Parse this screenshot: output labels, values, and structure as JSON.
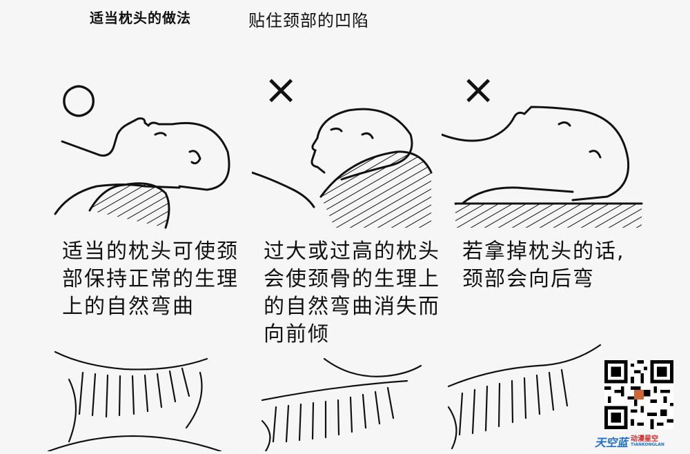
{
  "header": {
    "title_left": "适当枕头的做法",
    "title_right": "贴住颈部的凹陷"
  },
  "panels": [
    {
      "mark": "○",
      "caption_lines": [
        "适当的枕头可使颈",
        "部保持正常的生理",
        "上的自然弯曲"
      ]
    },
    {
      "mark": "×",
      "caption_lines": [
        "过大或过高的枕头",
        "会使颈骨的生理上",
        "的自然弯曲消失而",
        "向前倾"
      ]
    },
    {
      "mark": "×",
      "caption_lines": [
        "若拿掉枕头的话,",
        "颈部会向后弯"
      ]
    }
  ],
  "watermark": {
    "brand": "天空蓝",
    "sub_cn": "动漫星空",
    "sub_en": "TIANKONGLAN"
  },
  "colors": {
    "ink": "#111111",
    "paper": "#f6f6f6",
    "brand_blue": "#1f6fd1",
    "brand_red": "#d42a2a"
  }
}
